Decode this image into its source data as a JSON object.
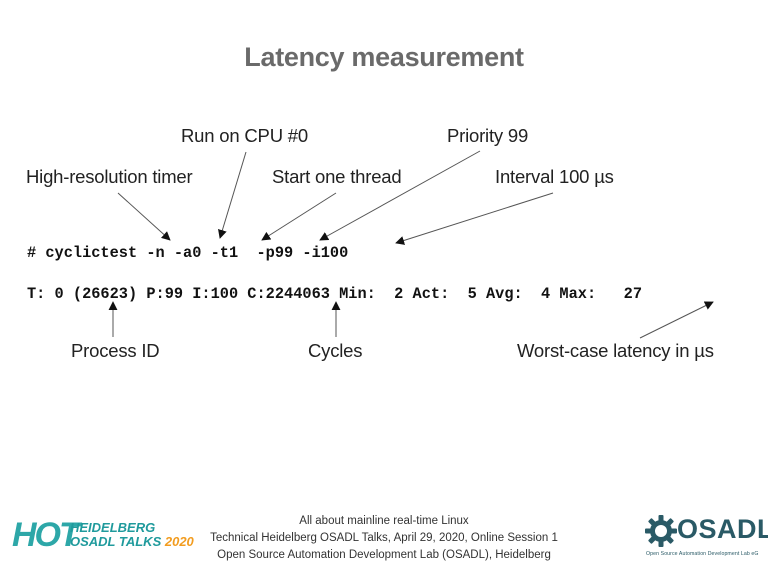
{
  "slide": {
    "title": "Latency measurement",
    "callouts": {
      "run_on_cpu": "Run on CPU #0",
      "priority": "Priority 99",
      "high_res_timer": "High-resolution timer",
      "start_thread": "Start one thread",
      "interval": "Interval 100 µs",
      "process_id": "Process ID",
      "cycles": "Cycles",
      "worst_case": "Worst-case latency in µs"
    },
    "command_line": "# cyclictest -n -a0 -t1  -p99 -i100",
    "output_line": "T: 0 (26623) P:99 I:100 C:2244063 Min:  2 Act:  5 Avg:  4 Max:   27"
  },
  "footer": {
    "line1": "All about mainline real-time Linux",
    "line2": "Technical Heidelberg OSADL Talks, April 29, 2020, Online Session 1",
    "line3": "Open Source Automation Development Lab (OSADL), Heidelberg"
  },
  "logos": {
    "hot": {
      "big": "HOT",
      "line1": "HEIDELBERG",
      "line2_text": "OSADL TALKS ",
      "line2_year": "2020",
      "colors": {
        "teal": "#2da7a8",
        "orange": "#f29c1f"
      }
    },
    "osadl": {
      "word": "OSADL",
      "tagline": "Open Source Automation Development Lab eG",
      "color": "#2a5a66"
    }
  }
}
